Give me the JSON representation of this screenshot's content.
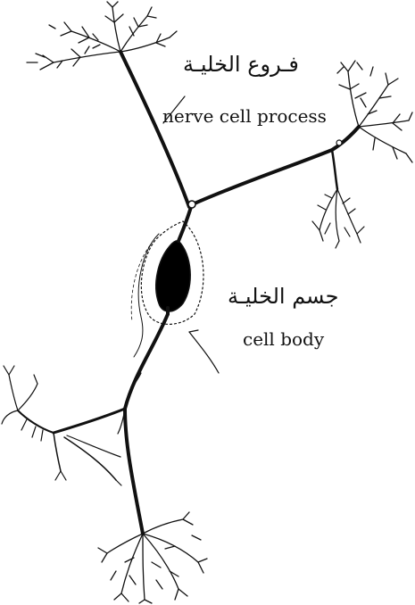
{
  "labels": {
    "process_ar": "فـروع الخليـة",
    "process_en": "nerve cell process",
    "body_ar": "جسم الخليـة",
    "body_en": "cell body"
  },
  "colors": {
    "ink": "#111111",
    "background": "#ffffff"
  }
}
